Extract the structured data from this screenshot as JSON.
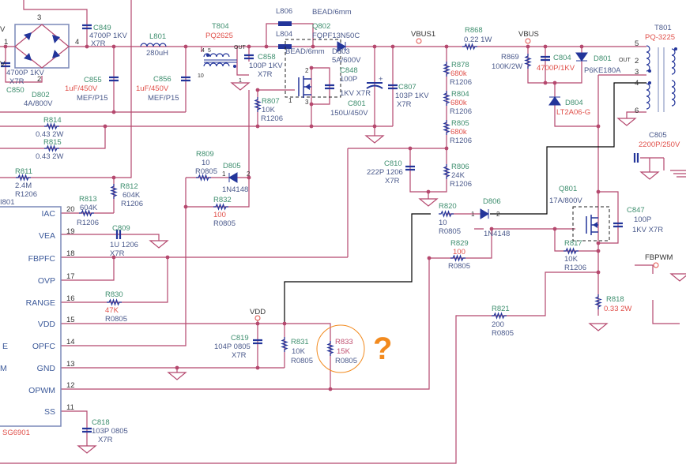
{
  "colors": {
    "wire": "#b5486e",
    "component": "#23359a",
    "ref": "#3f8f6f",
    "value": "#e0504a",
    "text": "#4b5a8c",
    "highlight": "#f28a1e"
  },
  "ic": {
    "ref": "I801",
    "part": "SG6901",
    "pins": [
      {
        "name": "IAC",
        "num": "20"
      },
      {
        "name": "VEA",
        "num": "19"
      },
      {
        "name": "FBPFC",
        "num": "18"
      },
      {
        "name": "OVP",
        "num": "17"
      },
      {
        "name": "RANGE",
        "num": "16"
      },
      {
        "name": "VDD",
        "num": "15"
      },
      {
        "name": "OPFC",
        "num": "14"
      },
      {
        "name": "GND",
        "num": "13"
      },
      {
        "name": "OPWM",
        "num": "12"
      },
      {
        "name": "SS",
        "num": "11"
      }
    ],
    "cut_labels": [
      "E",
      "M"
    ]
  },
  "nets": {
    "vbus1": "VBUS1",
    "vbus": "VBUS",
    "vdd": "VDD",
    "fbpwm": "FBPWM"
  },
  "fragments": {
    "top_left": "V",
    "top_left2": "V"
  },
  "components": {
    "c849": {
      "ref": "C849",
      "value": "4700P 1KV",
      "pkg": "X7R"
    },
    "c850": {
      "ref": "C850",
      "value": "4700P 1KV",
      "pkg": "X7R"
    },
    "d802": {
      "ref": "D802",
      "value": "4A/800V",
      "pins": [
        "1",
        "2",
        "3",
        "4"
      ]
    },
    "l801": {
      "ref": "L801",
      "value": "280uH"
    },
    "c855": {
      "ref": "C855",
      "value": "1uF/450V",
      "pkg": "MEF/P15"
    },
    "c856": {
      "ref": "C856",
      "value": "1uF/450V",
      "pkg": "MEF/P15"
    },
    "t804": {
      "ref": "T804",
      "value": "PQ2625",
      "out": "OUT",
      "pins": [
        "4",
        "5",
        "10",
        "1"
      ]
    },
    "c858": {
      "ref": "C858",
      "value": "100P 1KV",
      "pkg": "X7R"
    },
    "l806": {
      "ref": "L806",
      "value": "BEAD/6mm"
    },
    "l804": {
      "ref": "L804",
      "value": "BEAD/6mm"
    },
    "q802": {
      "ref": "Q802",
      "value": "FQPF13N50C",
      "pins": [
        "1",
        "2",
        "3"
      ]
    },
    "d803": {
      "ref": "D803",
      "value": "5A/600V"
    },
    "c848": {
      "ref": "C848",
      "value": "100P",
      "pkg": "1KV X7R"
    },
    "c801": {
      "ref": "C801",
      "value": "150U/450V"
    },
    "c807": {
      "ref": "C807",
      "value": "103P 1KV",
      "pkg": "X7R"
    },
    "r807": {
      "ref": "R807",
      "value": "10K",
      "pkg": "R1206"
    },
    "r814": {
      "ref": "R814",
      "value": "0.43  2W"
    },
    "r815": {
      "ref": "R815",
      "value": "0.43  2W"
    },
    "r811": {
      "ref": "R811",
      "value": "2.4M",
      "pkg": "R1206"
    },
    "r812": {
      "ref": "R812",
      "value": "604K",
      "pkg": "R1206"
    },
    "r813": {
      "ref": "R813",
      "value": "604K",
      "pkg": "R1206"
    },
    "r809": {
      "ref": "R809",
      "value": "10",
      "pkg": "R0805"
    },
    "d805": {
      "ref": "D805",
      "value": "1N4148",
      "pins": [
        "1",
        "2"
      ]
    },
    "r832": {
      "ref": "R832",
      "value": "100",
      "pkg": "R0805"
    },
    "c809": {
      "ref": "C809",
      "value": "1U 1206",
      "pkg": "X7R"
    },
    "r830": {
      "ref": "R830",
      "value": "47K",
      "pkg": "R0805"
    },
    "c819": {
      "ref": "C819",
      "value": "104P 0805",
      "pkg": "X7R"
    },
    "r831": {
      "ref": "R831",
      "value": "10K",
      "pkg": "R0805"
    },
    "r833": {
      "ref": "R833",
      "value": "15K",
      "pkg": "R0805"
    },
    "c818": {
      "ref": "C818",
      "value": "103P 0805",
      "pkg": "X7R"
    },
    "r868": {
      "ref": "R868",
      "value": "0.22 1W"
    },
    "r869": {
      "ref": "R869",
      "value": "100K/2W"
    },
    "c804": {
      "ref": "C804",
      "value": "4700P/1KV"
    },
    "d801": {
      "ref": "D801",
      "value": "P6KE180A"
    },
    "d804": {
      "ref": "D804",
      "value": "LT2A06-G"
    },
    "t801": {
      "ref": "T801",
      "value": "PQ-3225",
      "out": "OUT",
      "pins": [
        "5",
        "2",
        "3",
        "4",
        "6"
      ]
    },
    "r878": {
      "ref": "R878",
      "value": "680k",
      "pkg": "R1206"
    },
    "r804": {
      "ref": "R804",
      "value": "680k",
      "pkg": "R1206"
    },
    "r805": {
      "ref": "R805",
      "value": "680k",
      "pkg": "R1206"
    },
    "r806": {
      "ref": "R806",
      "value": "24K",
      "pkg": "R1206"
    },
    "c810": {
      "ref": "C810",
      "value": "222P 1206",
      "pkg": "X7R"
    },
    "c805": {
      "ref": "C805",
      "value": "2200P/250V"
    },
    "r820": {
      "ref": "R820",
      "value": "10",
      "pkg": "R0805"
    },
    "d806": {
      "ref": "D806",
      "value": "1N4148",
      "pins": [
        "1",
        "2"
      ]
    },
    "q801": {
      "ref": "Q801",
      "value": "17A/800V"
    },
    "c847": {
      "ref": "C847",
      "value": "100P",
      "pkg": "1KV X7R"
    },
    "r829": {
      "ref": "R829",
      "value": "100",
      "pkg": "R0805"
    },
    "r817": {
      "ref": "R817",
      "value": "10K",
      "pkg": "R1206"
    },
    "r821": {
      "ref": "R821",
      "value": "200",
      "pkg": "R0805"
    },
    "r818": {
      "ref": "R818",
      "value": "0.33  2W"
    }
  },
  "annotation": {
    "mark": "?"
  }
}
